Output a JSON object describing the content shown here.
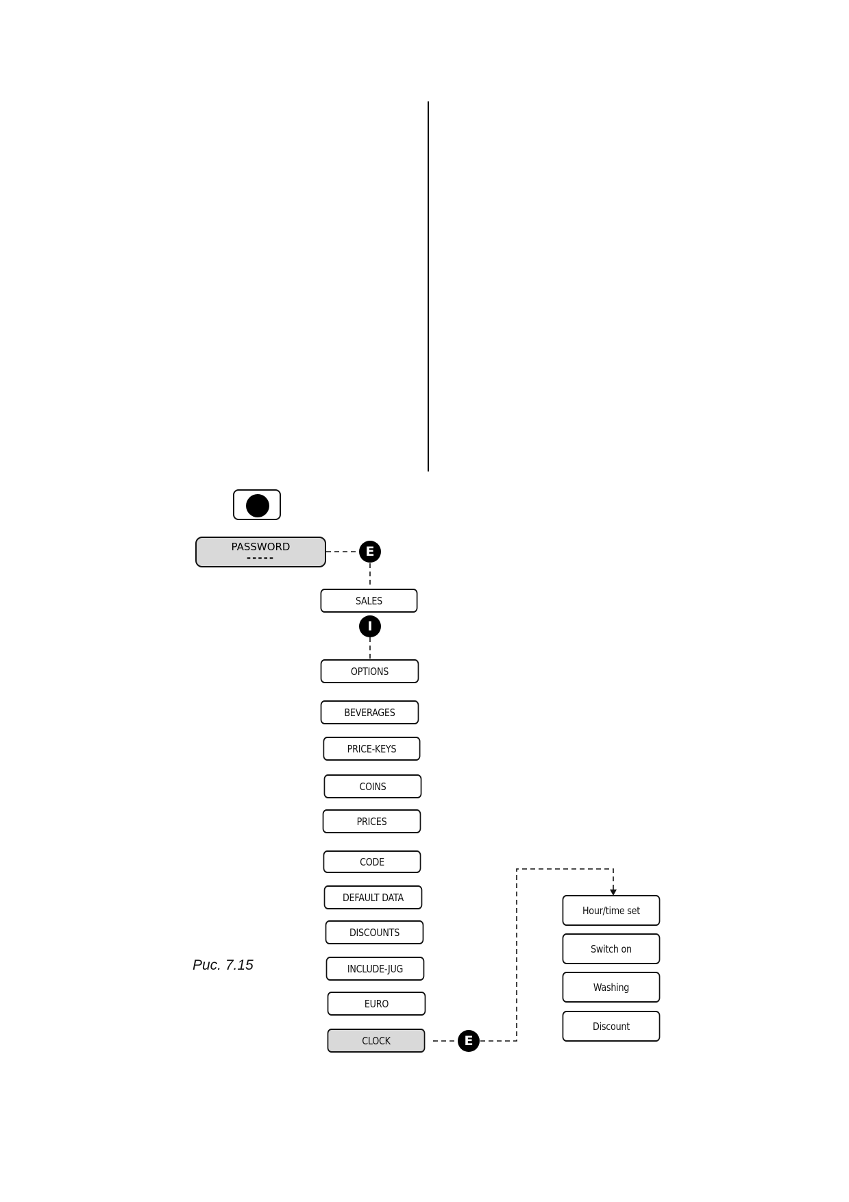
{
  "power_button": {
    "icon": "power-dot-icon"
  },
  "password": {
    "label": "PASSWORD",
    "value": "-----"
  },
  "key_e1": "E",
  "key_i": "I",
  "key_e2": "E",
  "menu": {
    "sales": "SALES",
    "options": "OPTIONS",
    "items": [
      "BEVERAGES",
      "PRICE-KEYS",
      "COINS",
      "PRICES",
      "CODE",
      "DEFAULT DATA",
      "DISCOUNTS",
      "INCLUDE-JUG",
      "EURO",
      "CLOCK"
    ]
  },
  "clock_submenu": [
    "Hour/time set",
    "Switch on",
    "Washing",
    "Discount"
  ],
  "caption": "Рис. 7.15"
}
